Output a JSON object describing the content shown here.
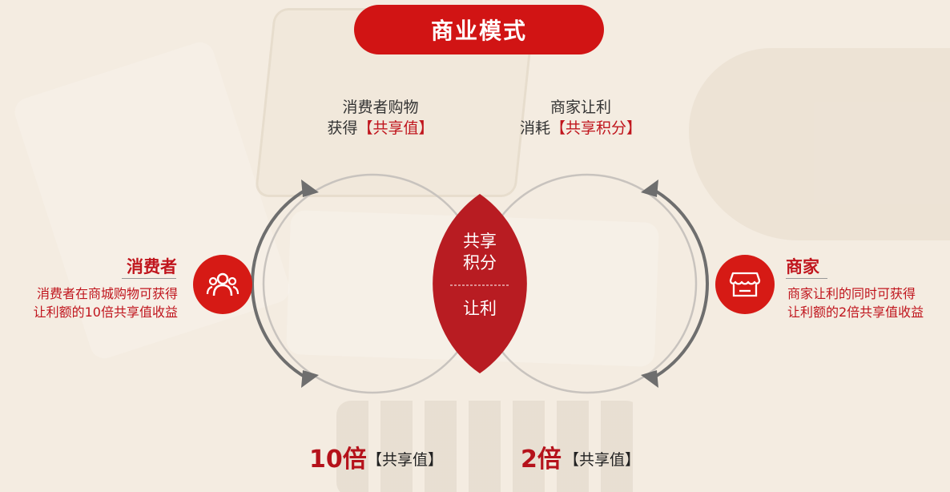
{
  "title": "商业模式",
  "left_caption": {
    "line1": "消费者购物",
    "line2_prefix": "获得",
    "line2_highlight": "【共享值】"
  },
  "right_caption": {
    "line1": "商家让利",
    "line2_prefix": "消耗",
    "line2_highlight": "【共享积分】"
  },
  "consumer": {
    "title": "消费者",
    "desc_line1": "消费者在商城购物可获得",
    "desc_line2": "让利额的10倍共享值收益",
    "icon": "people-icon"
  },
  "merchant": {
    "title": "商家",
    "desc_line1": "商家让利的同时可获得",
    "desc_line2": "让利额的2倍共享值收益",
    "icon": "store-icon"
  },
  "lens": {
    "top_line1": "共享",
    "top_line2": "积分",
    "bottom": "让利"
  },
  "bottom_left": {
    "number": "10倍",
    "tag": "【共享值】"
  },
  "bottom_right": {
    "number": "2倍",
    "tag": "【共享值】"
  },
  "colors": {
    "accent": "#d11414",
    "lens": "#b81c22",
    "arc_dark": "#6e6e6e",
    "arc_light": "#c8c3be"
  }
}
